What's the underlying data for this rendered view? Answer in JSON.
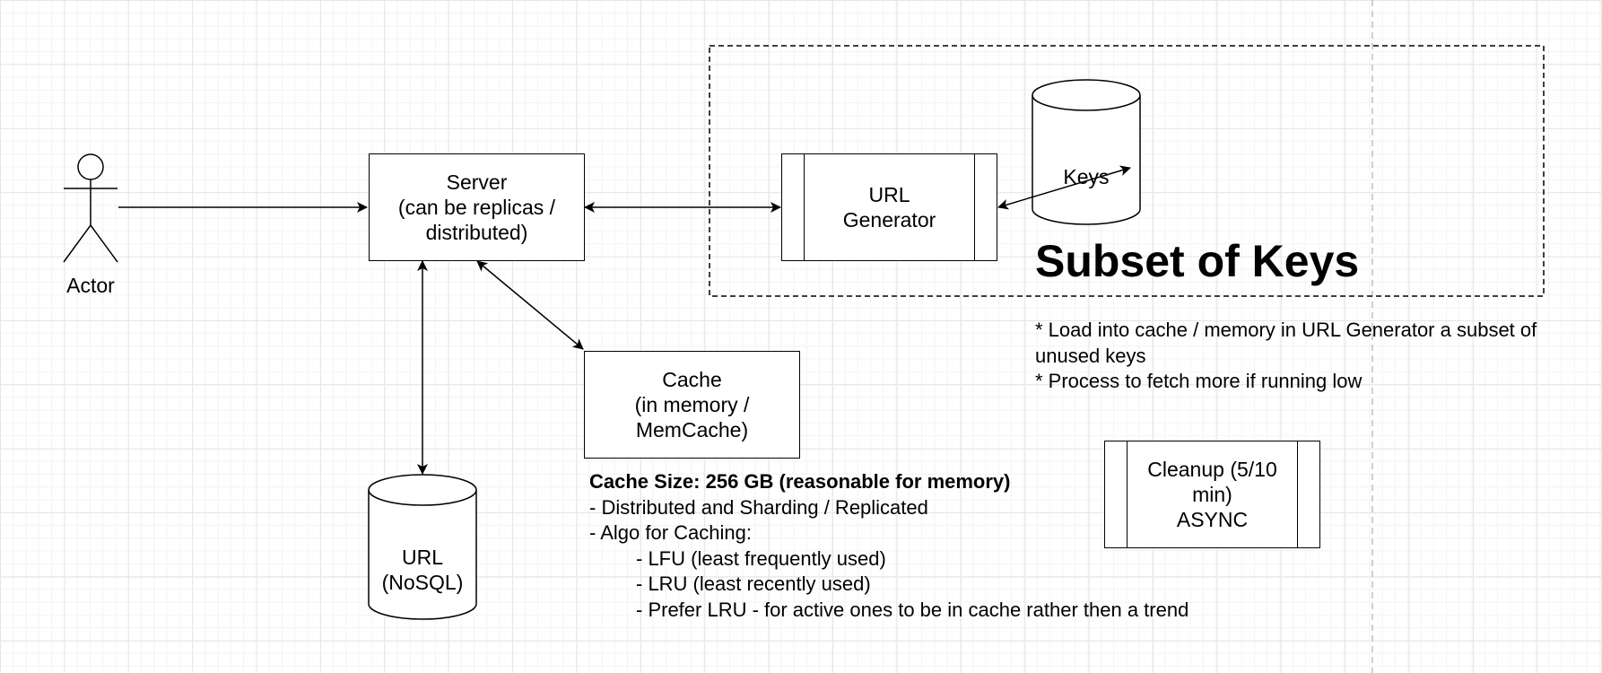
{
  "actor": {
    "label": "Actor"
  },
  "server": {
    "lines": [
      "Server",
      "(can be replicas /",
      "distributed)"
    ]
  },
  "url_generator": {
    "lines": [
      "URL",
      "Generator"
    ]
  },
  "keys_db": {
    "label": "Keys"
  },
  "subset_group": {
    "title": "Subset of Keys"
  },
  "subset_notes": {
    "lines": [
      "* Load into cache / memory in URL Generator a subset of",
      "unused keys",
      "* Process to fetch more if running low"
    ]
  },
  "cache": {
    "lines": [
      "Cache",
      "(in memory /",
      "MemCache)"
    ]
  },
  "url_db": {
    "lines": [
      "URL",
      "(NoSQL)"
    ]
  },
  "cleanup": {
    "lines": [
      "Cleanup (5/10",
      "min)",
      "ASYNC"
    ]
  },
  "cache_notes": {
    "heading": "Cache Size: 256 GB (reasonable for memory)",
    "line1": "- Distributed and Sharding / Replicated",
    "line2": "- Algo for Caching:",
    "sub": [
      "- LFU (least frequently used)",
      "- LRU (least recently used)",
      "- Prefer LRU - for active ones to be in cache rather then a trend"
    ]
  }
}
